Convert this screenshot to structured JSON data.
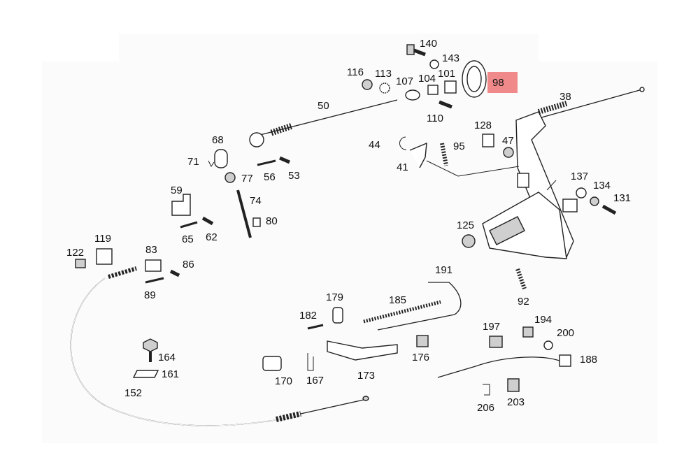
{
  "diagram": {
    "highlight": {
      "label": "98",
      "color": "#f08a8a"
    },
    "callouts": [
      "140",
      "143",
      "116",
      "113",
      "107",
      "104",
      "101",
      "110",
      "50",
      "38",
      "128",
      "47",
      "44",
      "95",
      "41",
      "68",
      "71",
      "77",
      "56",
      "53",
      "59",
      "74",
      "80",
      "65",
      "62",
      "137",
      "134",
      "131",
      "125",
      "119",
      "122",
      "83",
      "86",
      "89",
      "191",
      "179",
      "185",
      "92",
      "182",
      "197",
      "194",
      "200",
      "188",
      "164",
      "161",
      "170",
      "167",
      "173",
      "176",
      "206",
      "203",
      "152"
    ]
  }
}
